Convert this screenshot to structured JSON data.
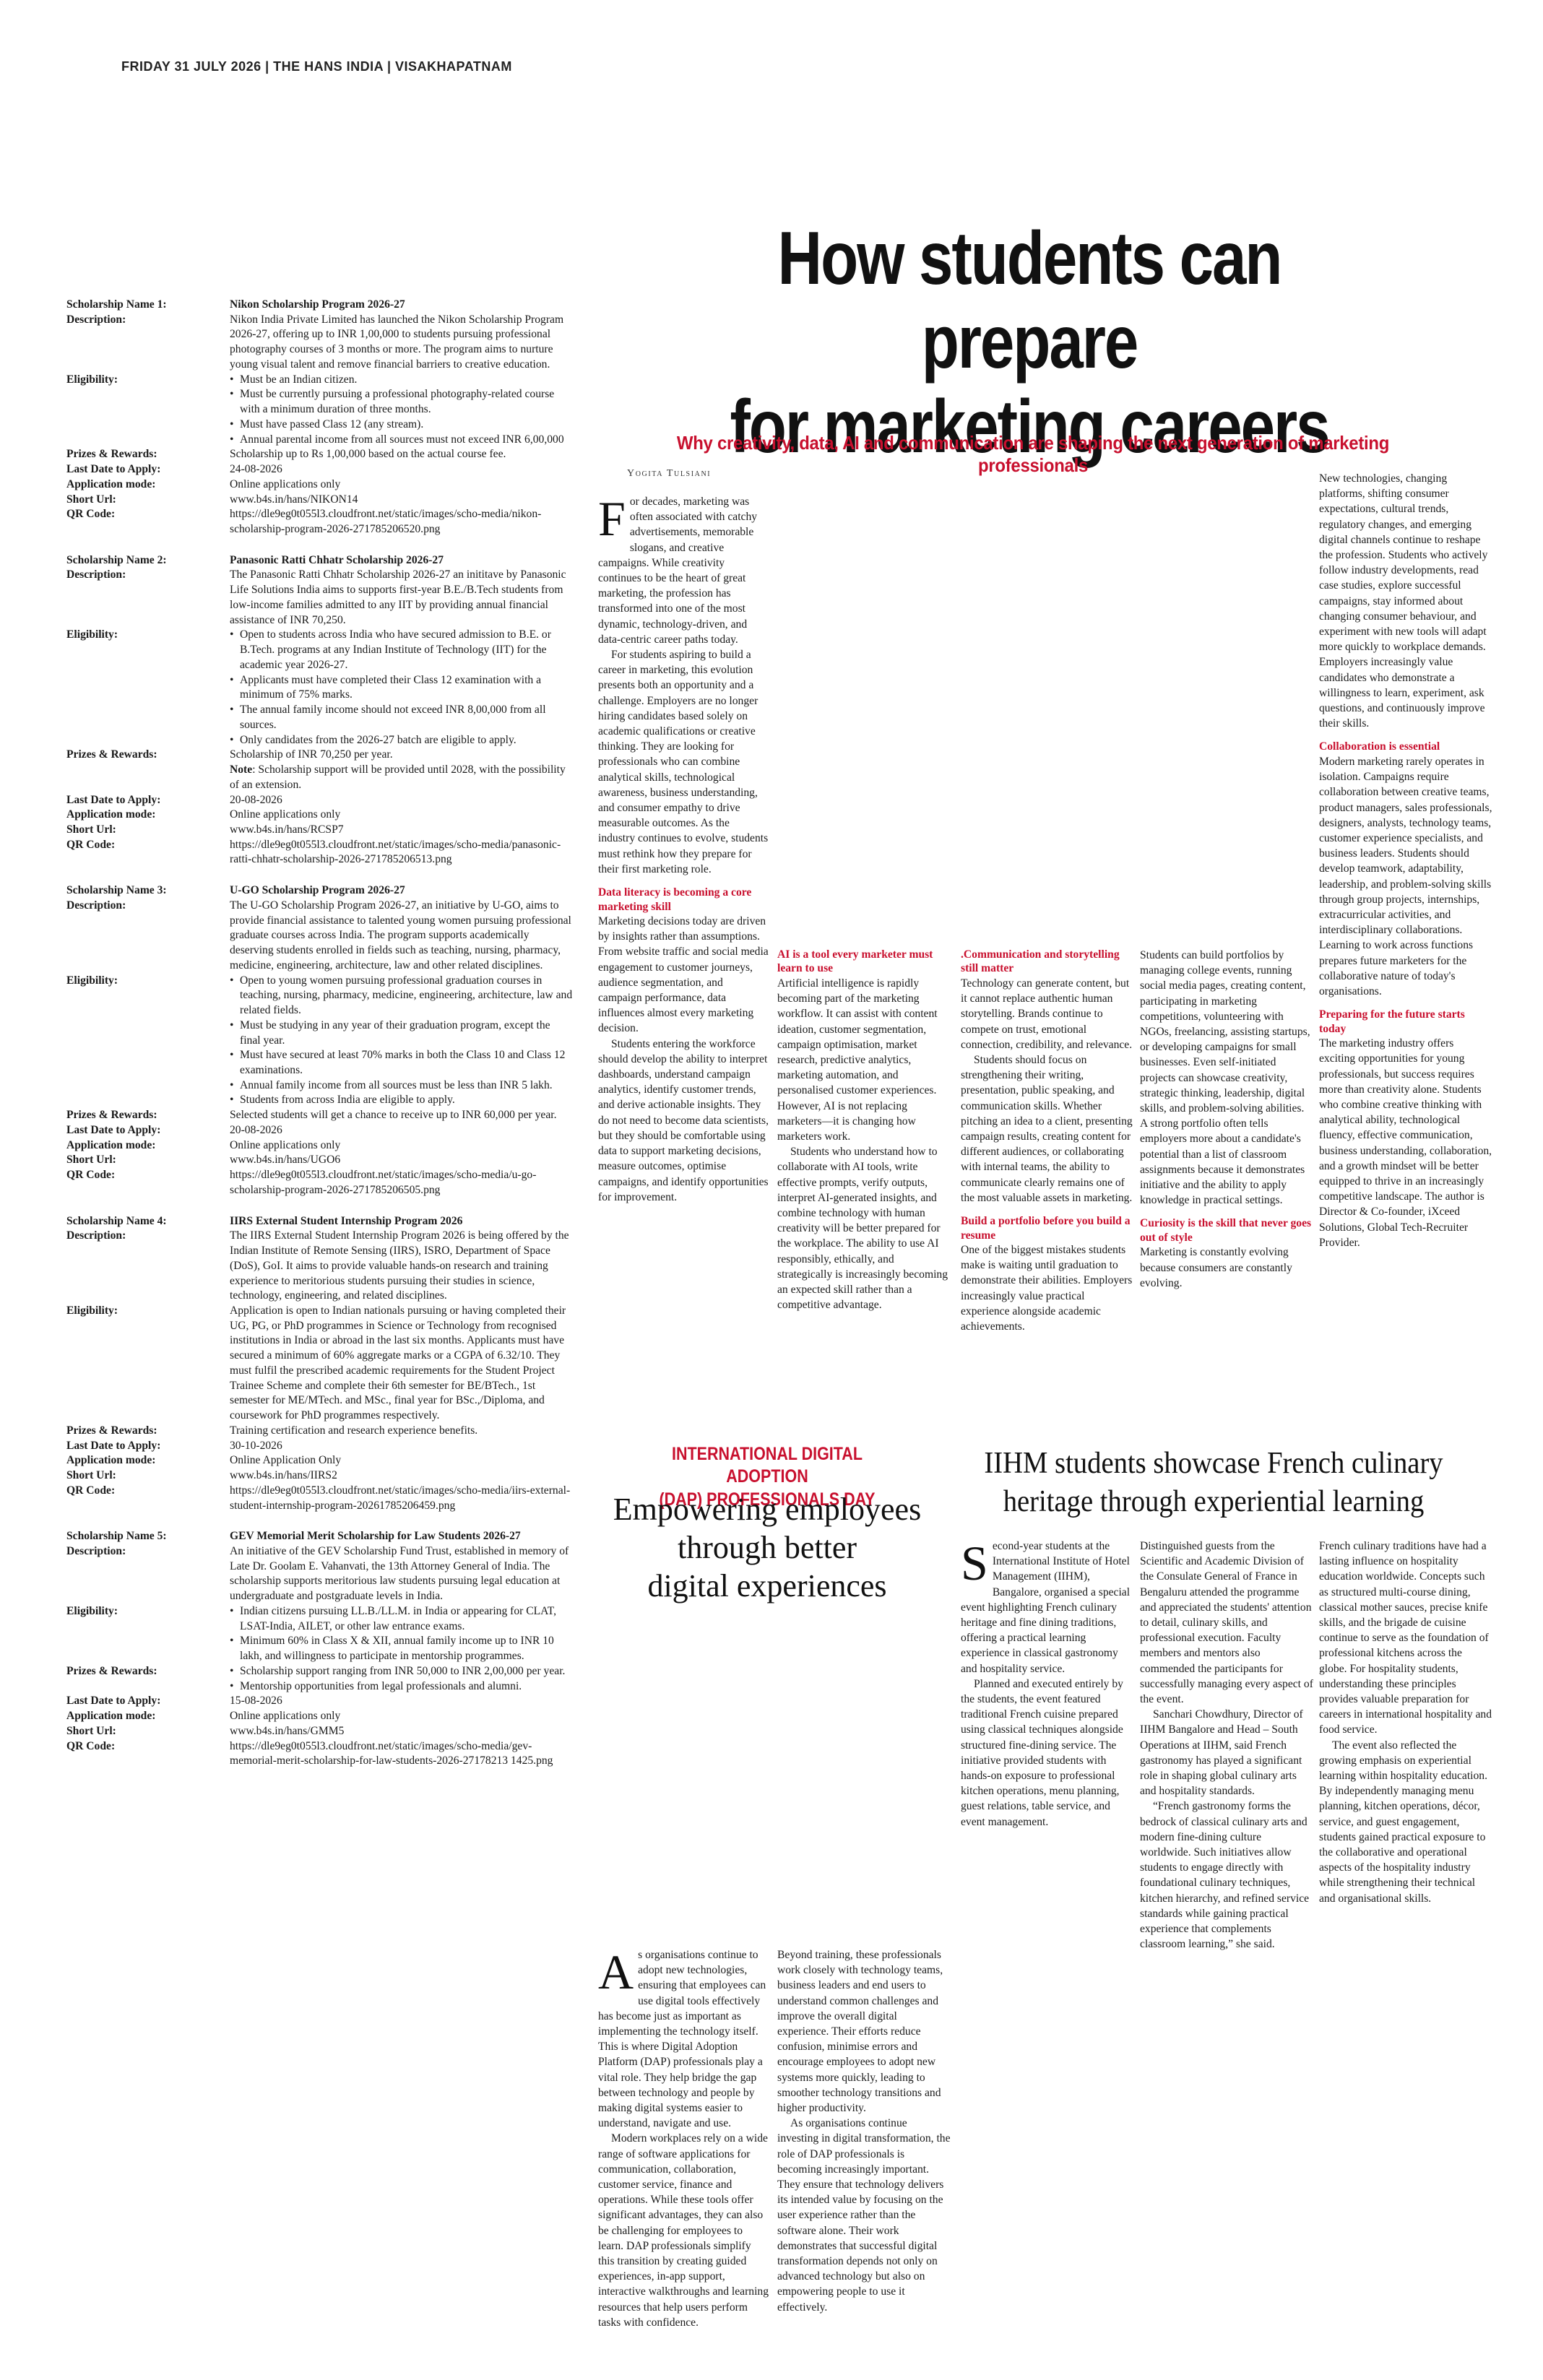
{
  "folio": "FRIDAY 31 JULY 2026 | THE HANS INDIA | VISAKHAPATNAM",
  "scholarships": [
    {
      "name_label": "Scholarship Name 1:",
      "name": "Nikon Scholarship Program 2026-27",
      "description_label": "Description:",
      "description": "Nikon India Private Limited has launched the Nikon Scholarship Program 2026-27, offering up to INR 1,00,000 to students pursuing professional photography courses of 3 months or more. The program aims to nurture young visual talent and remove financial barriers to creative education.",
      "eligibility_label": "Eligibility:",
      "eligibility": [
        "Must be an Indian citizen.",
        "Must be currently pursuing a professional photography-related course with a minimum duration of three months.",
        "Must have passed Class 12 (any stream).",
        "Annual parental income from all sources must not exceed INR 6,00,000"
      ],
      "prizes_label": "Prizes & Rewards:",
      "prizes": "Scholarship up to Rs 1,00,000 based on the actual course fee.",
      "last_date_label": "Last Date to Apply:",
      "last_date": "24-08-2026",
      "mode_label": "Application mode:",
      "mode": "Online applications only",
      "url_label": "Short Url:",
      "url": "www.b4s.in/hans/NIKON14",
      "qr_label": "QR Code:",
      "qr": "https://dle9eg0t055l3.cloudfront.net/static/images/scho-media/nikon-scholarship-program-2026-271785206520.png"
    },
    {
      "name_label": "Scholarship Name 2:",
      "name": "Panasonic Ratti Chhatr Scholarship 2026-27",
      "description_label": "Description:",
      "description": "The Panasonic Ratti Chhatr Scholarship 2026-27 an inititave by Panasonic Life Solutions India aims to supports first-year B.E./B.Tech students from low-income families admitted to any IIT by providing annual financial assistance of INR 70,250.",
      "eligibility_label": "Eligibility:",
      "eligibility": [
        "Open to students across India who have secured admission to B.E. or B.Tech. programs at any Indian Institute of Technology (IIT) for the academic year 2026-27.",
        "Applicants must have completed their Class 12 examination with a minimum of 75% marks.",
        "The annual family income should not exceed INR 8,00,000 from all sources.",
        "Only candidates from the 2026-27 batch are eligible to apply."
      ],
      "prizes_label": "Prizes & Rewards:",
      "prizes": "Scholarship of INR 70,250 per year.",
      "note_label": "Note",
      "note": ": Scholarship support will be provided until 2028, with the possibility of an extension.",
      "last_date_label": "Last Date to Apply:",
      "last_date": "20-08-2026",
      "mode_label": "Application mode:",
      "mode": "Online applications only",
      "url_label": "Short Url:",
      "url": "www.b4s.in/hans/RCSP7",
      "qr_label": "QR Code:",
      "qr": "https://dle9eg0t055l3.cloudfront.net/static/images/scho-media/panasonic-ratti-chhatr-scholarship-2026-271785206513.png"
    },
    {
      "name_label": "Scholarship Name 3:",
      "name": "U-GO Scholarship Program 2026-27",
      "description_label": "Description:",
      "description": "The U-GO Scholarship Program 2026-27, an initiative by U-GO, aims to provide financial assistance to talented young women pursuing professional graduate courses across India. The program supports academically deserving students enrolled in fields such as teaching, nursing, pharmacy, medicine, engineering, architecture, law and other related disciplines.",
      "eligibility_label": "Eligibility:",
      "eligibility": [
        "Open to young women pursuing professional graduation courses in teaching, nursing, pharmacy, medicine, engineering, architecture, law and related fields.",
        "Must be studying in any year of their graduation program, except the final year.",
        "Must have secured at least 70% marks in both the Class 10 and Class 12 examinations.",
        "Annual family income from all sources must be less than INR 5 lakh.",
        "Students from across India are eligible to apply."
      ],
      "prizes_label": "Prizes & Rewards:",
      "prizes": "Selected students will get a chance to receive up to INR 60,000 per year.",
      "last_date_label": "Last Date to Apply:",
      "last_date": "20-08-2026",
      "mode_label": "Application mode:",
      "mode": "Online applications only",
      "url_label": "Short Url:",
      "url": "www.b4s.in/hans/UGO6",
      "qr_label": "QR Code:",
      "qr": "https://dle9eg0t055l3.cloudfront.net/static/images/scho-media/u-go-scholarship-program-2026-271785206505.png"
    },
    {
      "name_label": "Scholarship Name 4:",
      "name": "IIRS External Student Internship Program 2026",
      "description_label": "Description:",
      "description": "The IIRS External Student Internship Program 2026 is being offered by the Indian Institute of Remote Sensing (IIRS), ISRO, Department of Space (DoS), GoI. It aims to provide valuable hands-on research and training experience to meritorious students pursuing their studies in science, technology, engineering, and related disciplines.",
      "eligibility_label": "Eligibility:",
      "eligibility_text": "Application is open to Indian nationals pursuing or having completed their UG, PG, or PhD programmes in Science or Technology from recognised institutions in India or abroad in the last six months. Applicants must have secured a minimum of 60% aggregate marks or a CGPA of 6.32/10. They must fulfil the prescribed academic requirements for the Student Project Trainee Scheme and complete their 6th semester for BE/BTech., 1st semester for ME/MTech. and MSc., final year for BSc.,/Diploma, and coursework for PhD programmes respectively.",
      "prizes_label": "Prizes & Rewards:",
      "prizes": "Training certification and research experience benefits.",
      "last_date_label": "Last Date to Apply:",
      "last_date": "30-10-2026",
      "mode_label": "Application mode:",
      "mode": "Online Application Only",
      "url_label": "Short Url:",
      "url": "www.b4s.in/hans/IIRS2",
      "qr_label": "QR Code:",
      "qr": "https://dle9eg0t055l3.cloudfront.net/static/images/scho-media/iirs-external-student-internship-program-20261785206459.png"
    },
    {
      "name_label": "Scholarship Name 5:",
      "name": "GEV Memorial Merit Scholarship for Law Students 2026-27",
      "description_label": "Description:",
      "description": "An initiative of the GEV Scholarship Fund Trust, established in memory of Late Dr. Goolam E. Vahanvati, the 13th Attorney General of India. The scholarship supports meritorious law students pursuing legal education at undergraduate and postgraduate levels in India.",
      "eligibility_label": "Eligibility:",
      "eligibility": [
        "Indian citizens pursuing LL.B./LL.M. in India or appearing for CLAT, LSAT-India, AILET, or other law entrance exams.",
        "Minimum 60% in Class X & XII, annual family income up to INR 10 lakh, and willingness to participate in mentorship programmes."
      ],
      "prizes_label": "Prizes & Rewards:",
      "prizes_list": [
        "Scholarship support ranging from INR 50,000 to INR 2,00,000 per year.",
        "Mentorship opportunities from legal professionals and alumni."
      ],
      "last_date_label": "Last Date to Apply:",
      "last_date": "15-08-2026",
      "mode_label": "Application mode:",
      "mode": "Online applications only",
      "url_label": "Short Url:",
      "url": "www.b4s.in/hans/GMM5",
      "qr_label": "QR Code:",
      "qr": "https://dle9eg0t055l3.cloudfront.net/static/images/scho-media/gev-memorial-merit-scholarship-for-law-students-2026-27178213 1425.png"
    }
  ],
  "main": {
    "headline_1": "How students can prepare",
    "headline_2": "for marketing careers",
    "deck": "Why creativity, data, AI and communication are shaping the next generation of marketing professionals",
    "byline": "Yogita Tulsiani",
    "drop": "F",
    "p1": "or decades, marketing was often associated with catchy advertisements, memorable slogans, and creative campaigns. While creativity continues to be the heart of great marketing, the profession has transformed into one of the most dynamic, technology-driven, and data-centric career paths today.",
    "p2": "For students aspiring to build a career in marketing, this evolution presents both an opportunity and a challenge. Employers are no longer hiring candidates based solely on academic qualifications or creative thinking. They are looking for professionals who can combine analytical skills, technological awareness, business understanding, and consumer empathy to drive measurable outcomes. As the industry continues to evolve, students must rethink how they prepare for their first marketing role.",
    "s1": "Data literacy is becoming a core marketing skill",
    "p3": "Marketing decisions today are driven by insights rather than assumptions. From website traffic and social media engagement to customer journeys, audience segmentation, and campaign performance, data influences almost every marketing decision.",
    "p4": "Students entering the workforce should develop the ability to interpret dashboards, understand campaign analytics, identify customer trends, and derive actionable insights. They do not need to become data scientists, but they should be comfortable using data to support marketing decisions, measure outcomes, optimise campaigns, and identify opportunities for improvement.",
    "s2": "AI is a tool every marketer must learn to use",
    "p5": "Artificial intelligence is rapidly becoming part of the marketing workflow. It can assist with content ideation, customer segmentation, campaign optimisation, market research, predictive analytics, marketing automation, and personalised customer experiences. However, AI is not replacing marketers—it is changing how marketers work.",
    "p6": "Students who understand how to collaborate with AI tools, write effective prompts, verify outputs, interpret AI-generated insights, and combine technology with human creativity will be better prepared for the workplace. The ability to use AI responsibly, ethically, and strategically is increasingly becoming an expected skill rather than a competitive advantage.",
    "s3": ".Communication and storytelling still matter",
    "p7": "Technology can generate content, but it cannot replace authentic human storytelling. Brands continue to compete on trust, emotional connection, credibility, and relevance.",
    "p8": "Students should focus on strengthening their writing, presentation, public speaking, and communication skills. Whether pitching an idea to a client, presenting campaign results, creating content for different audiences, or collaborating with internal teams, the ability to communicate clearly remains one of the most valuable assets in marketing.",
    "s4": "Build a portfolio before you build a resume",
    "p9": "One of the biggest mistakes students make is waiting until graduation to demonstrate their abilities. Employers increasingly value practical experience alongside academic achievements.",
    "p10": "Students can build portfolios by managing college events, running social media pages, creating content, participating in marketing competitions, volunteering with NGOs, freelancing, assisting startups, or developing campaigns for small businesses. Even self-initiated projects can showcase creativity, strategic thinking, leadership, digital skills, and problem-solving abilities. A strong portfolio often tells employers more about a candidate's potential than a list of classroom assignments because it demonstrates initiative and the ability to apply knowledge in practical settings.",
    "s5": "Curiosity is the skill that never goes out of style",
    "p11": "Marketing is constantly evolving because consumers are constantly evolving.",
    "p12": "New technologies, changing platforms, shifting consumer expectations, cultural trends, regulatory changes, and emerging digital channels continue to reshape the profession. Students who actively follow industry developments, read case studies, explore successful campaigns, stay informed about changing consumer behaviour, and experiment with new tools will adapt more quickly to workplace demands. Employers increasingly value candidates who demonstrate a willingness to learn, experiment, ask questions, and continuously improve their skills.",
    "s6": "Collaboration is essential",
    "p13": "Modern marketing rarely operates in isolation. Campaigns require collaboration between creative teams, product managers, sales professionals, designers, analysts, technology teams, customer experience specialists, and business leaders. Students should develop teamwork, adaptability, leadership, and problem-solving skills through group projects, internships, extracurricular activities, and interdisciplinary collaborations. Learning to work across functions prepares future marketers for the collaborative nature of today's organisations.",
    "s7": "Preparing for the future starts today",
    "p14": "The marketing industry offers exciting opportunities for young professionals, but success requires more than creativity alone. Students who combine creative thinking with analytical ability, technological fluency, effective communication, business understanding, collaboration, and a growth mindset will be better equipped to thrive in an increasingly competitive landscape. The author is Director & Co-founder, iXceed Solutions, Global Tech-Recruiter Provider."
  },
  "dap": {
    "kicker_1": "INTERNATIONAL DIGITAL ADOPTION",
    "kicker_2": "(DAP) PROFESSIONALS DAY",
    "head_1": "Empowering employees",
    "head_2": "through better",
    "head_3": "digital experiences",
    "drop": "A",
    "p1": "s organisations continue to adopt new technologies, ensuring that employees can use digital tools effectively has become just as important as implementing the technology itself. This is where Digital Adoption Platform (DAP) professionals play a vital role. They help bridge the gap between technology and people by making digital systems easier to understand, navigate and use.",
    "p2": "Modern workplaces rely on a wide range of software applications for communication, collaboration, customer service, finance and operations. While these tools offer significant advantages, they can also be challenging for employees to learn. DAP professionals simplify this transition by creating guided experiences, in-app support, interactive walkthroughs and learning resources that help users perform tasks with confidence.",
    "p3": "Beyond training, these professionals work closely with technology teams, business leaders and end users to understand common challenges and improve the overall digital experience. Their efforts reduce confusion, minimise errors and encourage employees to adopt new systems more quickly, leading to smoother technology transitions and higher productivity.",
    "p4": "As organisations continue investing in digital transformation, the role of DAP professionals is becoming increasingly important. They ensure that technology delivers its intended value by focusing on the user experience rather than the software alone. Their work demonstrates that successful digital transformation depends not only on advanced technology but also on empowering people to use it effectively."
  },
  "iihm": {
    "head_1": "IIHM students showcase French culinary",
    "head_2": "heritage through experiential learning",
    "drop": "S",
    "p1": "econd-year students at the International Institute of Hotel Management (IIHM), Bangalore, organised a special event highlighting French culinary heritage and fine dining traditions, offering a practical learning experience in classical gastronomy and hospitality service.",
    "p2": "Planned and executed entirely by the students, the event featured traditional French cuisine prepared using classical techniques alongside structured fine-dining service. The initiative provided students with hands-on exposure to professional kitchen operations, menu planning, guest relations, table service, and event management.",
    "p3": "Distinguished guests from the Scientific and Academic Division of the Consulate General of France in Bengaluru attended the programme and appreciated the students' attention to detail, culinary skills, and professional execution. Faculty members and mentors also commended the participants for successfully managing every aspect of the event.",
    "p4": "Sanchari Chowdhury, Director of IIHM Bangalore and Head – South Operations at IIHM, said French gastronomy has played a significant role in shaping global culinary arts and hospitality standards.",
    "p5": "“French gastronomy forms the bedrock of classical culinary arts and modern fine-dining culture worldwide. Such initiatives allow students to engage directly with foundational culinary techniques, kitchen hierarchy, and refined service standards while gaining practical experience that complements classroom learning,” she said.",
    "p6": "French culinary traditions have had a lasting influence on hospitality education worldwide. Concepts such as structured multi-course dining, classical mother sauces, precise knife skills, and the brigade de cuisine continue to serve as the foundation of professional kitchens across the globe. For hospitality students, understanding these principles provides valuable preparation for careers in international hospitality and food service.",
    "p7": "The event also reflected the growing emphasis on experiential learning within hospitality education. By independently managing menu planning, kitchen operations, décor, service, and guest engagement, students gained practical exposure to the collaborative and operational aspects of the hospitality industry while strengthening their technical and organisational skills."
  }
}
